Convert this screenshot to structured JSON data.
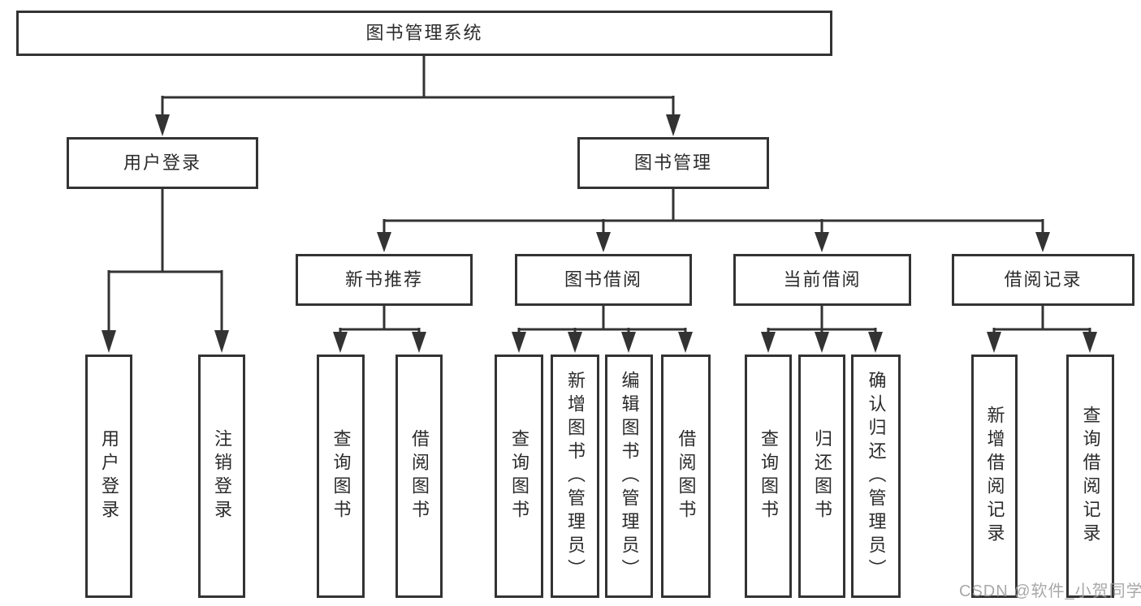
{
  "hierarchy": {
    "label": "图书管理系统",
    "children": [
      {
        "label": "用户登录",
        "children": [
          {
            "label": "用户登录"
          },
          {
            "label": "注销登录"
          }
        ]
      },
      {
        "label": "图书管理",
        "children": [
          {
            "label": "新书推荐",
            "children": [
              {
                "label": "查询图书"
              },
              {
                "label": "借阅图书"
              }
            ]
          },
          {
            "label": "图书借阅",
            "children": [
              {
                "label": "查询图书"
              },
              {
                "label": "新增图书（管理员）"
              },
              {
                "label": "编辑图书（管理员）"
              },
              {
                "label": "借阅图书"
              }
            ]
          },
          {
            "label": "当前借阅",
            "children": [
              {
                "label": "查询图书"
              },
              {
                "label": "归还图书"
              },
              {
                "label": "确认归还（管理员）"
              }
            ]
          },
          {
            "label": "借阅记录",
            "children": [
              {
                "label": "新增借阅记录"
              },
              {
                "label": "查询借阅记录"
              }
            ]
          }
        ]
      }
    ]
  },
  "watermark": {
    "text": "CSDN @软件_小贺同学"
  },
  "colors": {
    "line": "#333333",
    "box_border": "#333333",
    "box_background": "#ffffff",
    "text": "#2b2b2b",
    "watermark": "#9e9e9e",
    "page_background": "#ffffff"
  }
}
